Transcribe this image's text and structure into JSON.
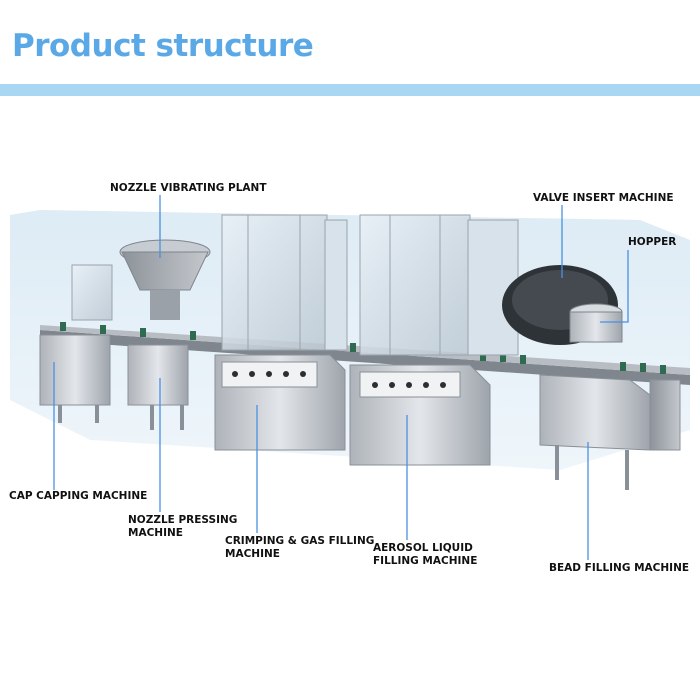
{
  "header": {
    "title": "Product structure"
  },
  "labels": {
    "nozzle_vibrating_plant": "NOZZLE VIBRATING PLANT",
    "valve_insert_machine": "VALVE INSERT MACHINE",
    "hopper": "HOPPER",
    "cap_capping_machine": "CAP CAPPING MACHINE",
    "nozzle_pressing_line1": "NOZZLE PRESSING",
    "nozzle_pressing_line2": "MACHINE",
    "crimping_line1": "CRIMPING & GAS FILLING",
    "crimping_line2": "MACHINE",
    "aerosol_line1": "AEROSOL LIQUID",
    "aerosol_line2": "FILLING MACHINE",
    "bead_filling_machine": "BEAD FILLING MACHINE"
  },
  "colors": {
    "title": "#5aa9e6",
    "bar": "#a9d6f3",
    "leader": "#4a90e2",
    "steel": "#c9cdd2"
  }
}
